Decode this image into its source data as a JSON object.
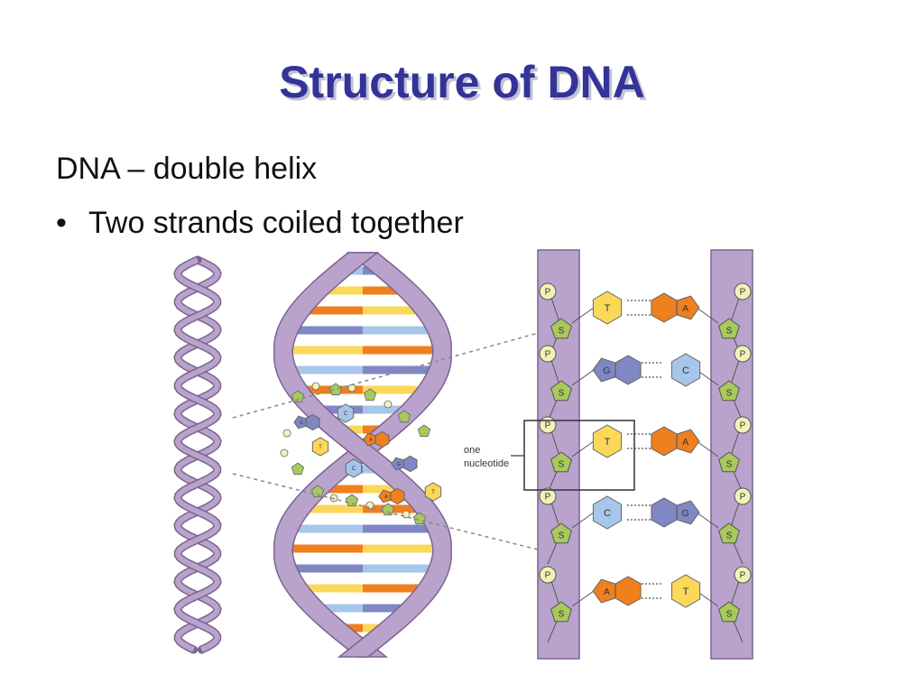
{
  "slide": {
    "title": "Structure of DNA",
    "heading": "DNA – double helix",
    "bullets": [
      "Two strands coiled together"
    ]
  },
  "diagram": {
    "callout_lines": [
      "one",
      "nucleotide"
    ],
    "phosphate_label": "P",
    "sugar_label": "S",
    "ladder_pairs": [
      {
        "left": "T",
        "right": "A"
      },
      {
        "left": "G",
        "right": "C"
      },
      {
        "left": "T",
        "right": "A"
      },
      {
        "left": "C",
        "right": "G"
      },
      {
        "left": "A",
        "right": "T"
      }
    ],
    "helix_inner_bases": [
      "G",
      "C",
      "T",
      "A",
      "C",
      "G",
      "A",
      "T"
    ],
    "colors": {
      "backbone": "#b9a3cc",
      "backbone_stroke": "#7b648f",
      "A": "#f07f1d",
      "T": "#fcd85a",
      "G": "#7f87c4",
      "C": "#a7c6ea",
      "sugar": "#a8c95b",
      "phosphate": "#f2f2b8"
    }
  }
}
